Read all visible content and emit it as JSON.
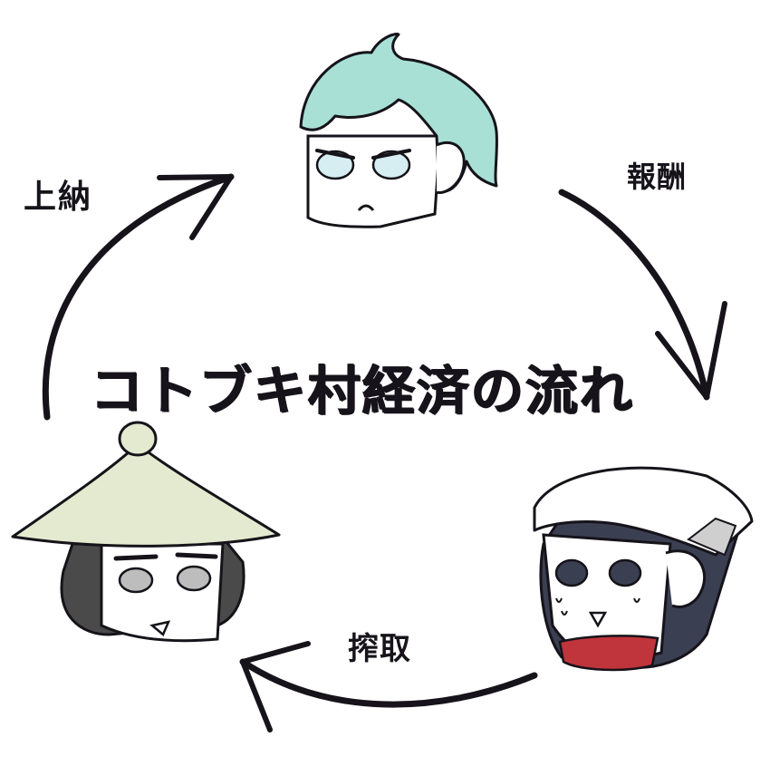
{
  "diagram": {
    "title": "コトブキ村経済の流れ",
    "edges": [
      {
        "label": "報酬",
        "from": "top-character",
        "to": "right-character"
      },
      {
        "label": "搾取",
        "from": "right-character",
        "to": "left-character"
      },
      {
        "label": "上納",
        "from": "left-character",
        "to": "top-character"
      }
    ]
  },
  "colors": {
    "ink": "#16131a",
    "teal_hair": "#a8e0d6",
    "hat": "#e4ead0",
    "scarf": "#c0343b",
    "dark_hair": "#3b3f52"
  }
}
